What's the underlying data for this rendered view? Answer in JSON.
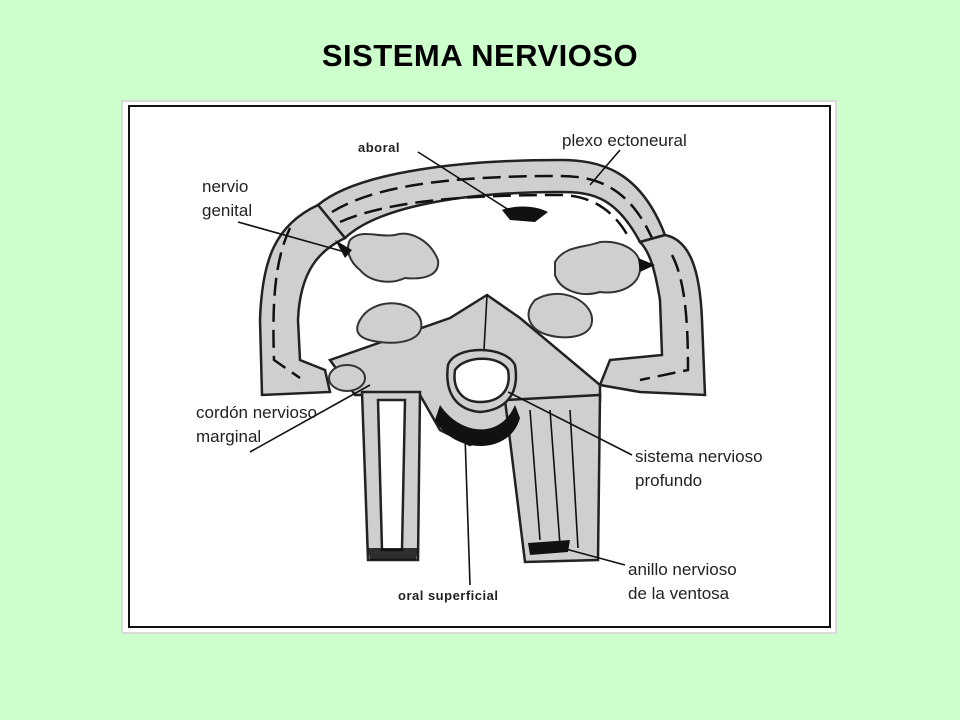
{
  "title": "SISTEMA NERVIOSO",
  "labels": {
    "aboral": "aboral",
    "plexo_ectoneural": "plexo ectoneural",
    "nervio_genital_1": "nervio",
    "nervio_genital_2": "genital",
    "cordon_1": "cordón nervioso",
    "cordon_2": "marginal",
    "sistema_1": "sistema nervioso",
    "sistema_2": "profundo",
    "anillo_1": "anillo nervioso",
    "anillo_2": "de la ventosa",
    "oral_superficial": "oral superficial"
  },
  "colors": {
    "background": "#ccffcc",
    "tissue": "#cfcfcf",
    "nerve": "#111111"
  }
}
